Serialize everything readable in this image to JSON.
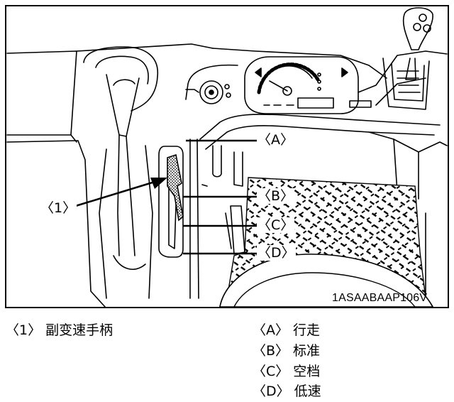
{
  "figure": {
    "code": "1ASAABAAP106V",
    "callouts": {
      "one": "〈1〉",
      "a": "〈A〉",
      "b": "〈B〉",
      "c": "〈C〉",
      "d": "〈D〉"
    }
  },
  "legend": {
    "items": [
      {
        "key": "〈1〉",
        "text": "副变速手柄"
      },
      {
        "key": "〈A〉",
        "text": "行走"
      },
      {
        "key": "〈B〉",
        "text": "标准"
      },
      {
        "key": "〈C〉",
        "text": "空档"
      },
      {
        "key": "〈D〉",
        "text": "低速"
      }
    ]
  }
}
